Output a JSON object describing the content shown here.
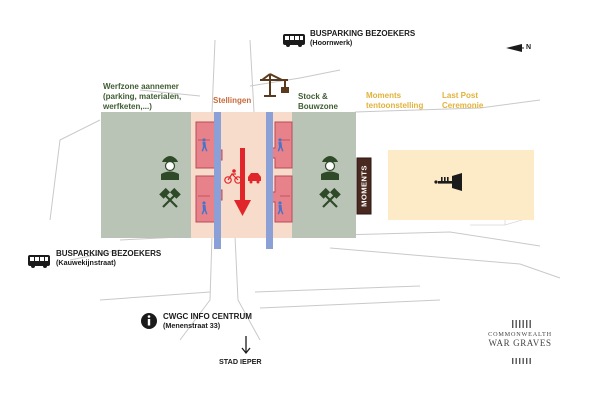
{
  "labels": {
    "busparking_top_title": "BUSPARKING BEZOEKERS",
    "busparking_top_sub": "(Hoornwerk)",
    "north": "N",
    "werfzone_title": "Werfzone aannemer",
    "werfzone_line2": "(parking, materialen,",
    "werfzone_line3": "werfketen,...)",
    "stellingen": "Stellingen",
    "stock_line1": "Stock &",
    "stock_line2": "Bouwzone",
    "moments_line1": "Moments",
    "moments_line2": "tentoonstelling",
    "lastpost_line1": "Last Post",
    "lastpost_line2": "Ceremonie",
    "moments_sign": "MOMENTS",
    "busparking_left_title": "BUSPARKING BEZOEKERS",
    "busparking_left_sub": "(Kauwekijnstraat)",
    "info_title": "CWGC INFO CENTRUM",
    "info_sub": "(Menenstraat 33)",
    "stad": "STAD IEPER",
    "logo_line1": "COMMONWEALTH",
    "logo_line2": "WAR GRAVES"
  },
  "icons": {
    "bus": "bus-icon",
    "north_arrow": "north-arrow-icon",
    "crane": "crane-icon",
    "worker": "worker-icon",
    "tools": "crossed-hammers-icon",
    "pedestrian": "pedestrian-icon",
    "bicycle": "bicycle-icon",
    "car": "car-icon",
    "trumpet": "trumpet-icon",
    "info": "info-icon",
    "down_arrow": "down-arrow-icon",
    "logo_columns": "cwgc-columns-icon"
  },
  "colors": {
    "werfzone_fill": "#b9c4b6",
    "worksite_fill": "#f7dccb",
    "scaffold_fill": "#e8828a",
    "pillar_blue": "#8aa0d6",
    "traffic_arrow": "#e0262a",
    "exhibition_fill": "#fdebc8",
    "green_text": "#3f5d32",
    "orange_text": "#c76a3a",
    "gold_text": "#e2b23a"
  }
}
